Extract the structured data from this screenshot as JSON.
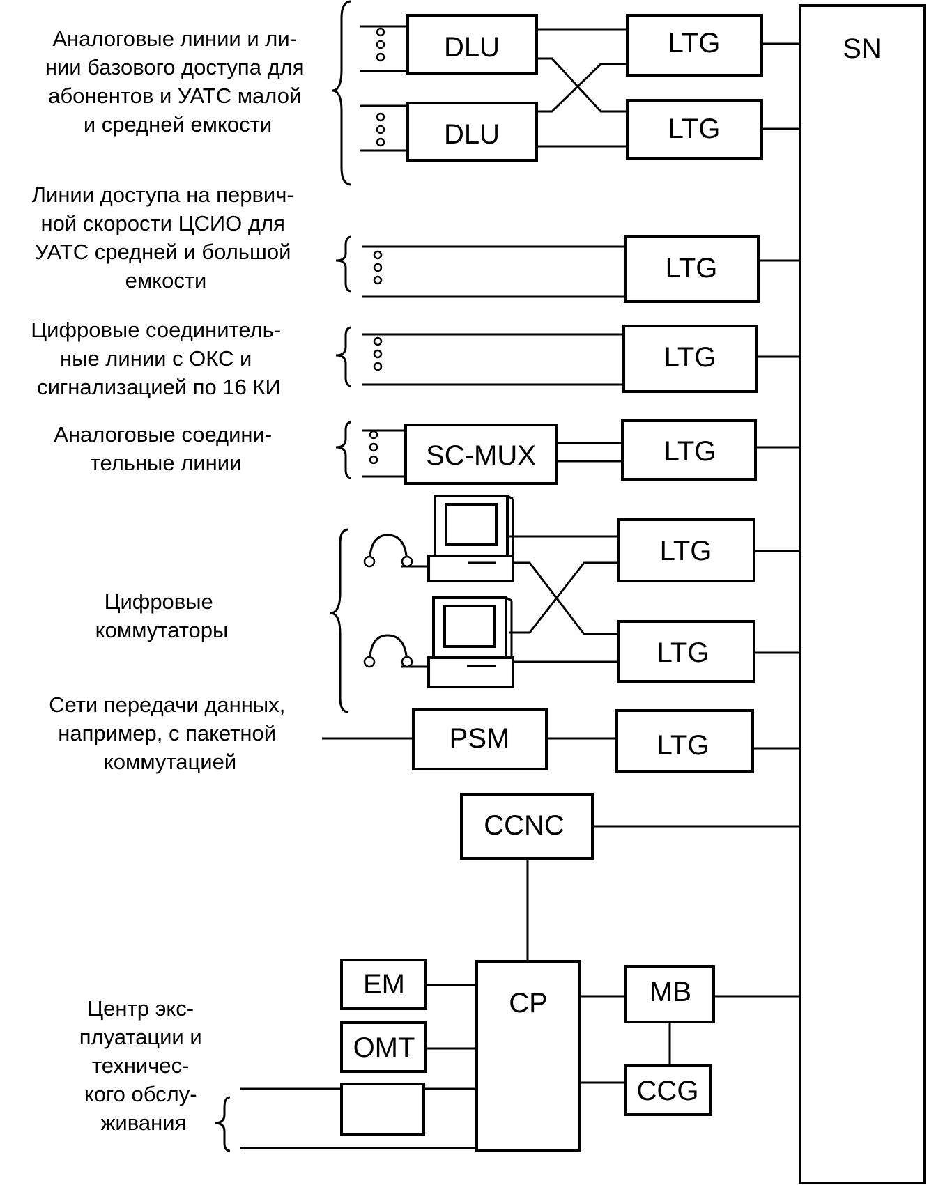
{
  "blocks": {
    "sn": "SN",
    "dlu1": "DLU",
    "dlu2": "DLU",
    "ltg1": "LTG",
    "ltg2": "LTG",
    "ltg3": "LTG",
    "ltg4": "LTG",
    "ltg5": "LTG",
    "ltg6": "LTG",
    "ltg7": "LTG",
    "ltg8": "LTG",
    "scmux": "SC-MUX",
    "psm": "PSM",
    "ccnc": "CCNC",
    "em": "EM",
    "omt": "OMT",
    "cp": "CP",
    "mb": "MB",
    "ccg": "CCG"
  },
  "groups": {
    "analog_basic": [
      "Аналоговые линии и ли-",
      "нии базового доступа для",
      "абонентов и УАТС малой",
      "и средней емкости"
    ],
    "primary_rate": [
      "Линии доступа на первич-",
      "ной скорости ЦСИО для",
      "УАТС средней и большой",
      "емкости"
    ],
    "digital_trunks": [
      "Цифровые соединитель-",
      "ные линии с ОКС и",
      "сигнализацией по 16 КИ"
    ],
    "analog_trunks": [
      "Аналоговые соедини-",
      "тельные линии"
    ],
    "digital_switches": [
      "Цифровые",
      "коммутаторы"
    ],
    "data_networks": [
      "Сети передачи данных,",
      "например, с пакетной",
      "коммутацией"
    ],
    "oam_center": [
      "Центр экс-",
      "плуатации и",
      "техничес-",
      "кого обслу-",
      "живания"
    ]
  }
}
